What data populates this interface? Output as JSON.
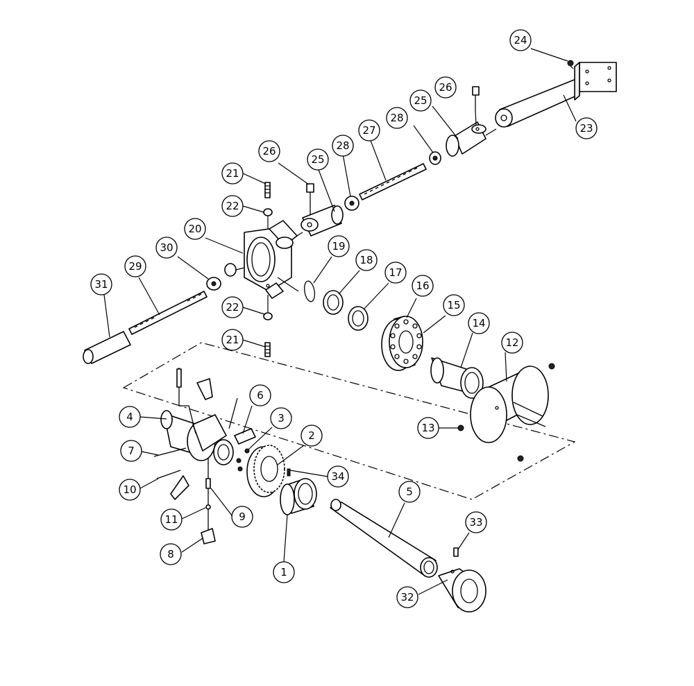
{
  "diagram": {
    "parts": [
      {
        "id": "p1",
        "label": "1"
      },
      {
        "id": "p2",
        "label": "2"
      },
      {
        "id": "p3",
        "label": "3"
      },
      {
        "id": "p4",
        "label": "4"
      },
      {
        "id": "p5",
        "label": "5"
      },
      {
        "id": "p6",
        "label": "6"
      },
      {
        "id": "p7",
        "label": "7"
      },
      {
        "id": "p8",
        "label": "8"
      },
      {
        "id": "p9",
        "label": "9"
      },
      {
        "id": "p10",
        "label": "10"
      },
      {
        "id": "p11",
        "label": "11"
      },
      {
        "id": "p12",
        "label": "12"
      },
      {
        "id": "p13",
        "label": "13"
      },
      {
        "id": "p14",
        "label": "14"
      },
      {
        "id": "p15",
        "label": "15"
      },
      {
        "id": "p16",
        "label": "16"
      },
      {
        "id": "p17",
        "label": "17"
      },
      {
        "id": "p18",
        "label": "18"
      },
      {
        "id": "p19",
        "label": "19"
      },
      {
        "id": "p20",
        "label": "20"
      },
      {
        "id": "p21a",
        "label": "21"
      },
      {
        "id": "p21b",
        "label": "21"
      },
      {
        "id": "p22a",
        "label": "22"
      },
      {
        "id": "p22b",
        "label": "22"
      },
      {
        "id": "p23",
        "label": "23"
      },
      {
        "id": "p24",
        "label": "24"
      },
      {
        "id": "p25a",
        "label": "25"
      },
      {
        "id": "p25b",
        "label": "25"
      },
      {
        "id": "p26a",
        "label": "26"
      },
      {
        "id": "p26b",
        "label": "26"
      },
      {
        "id": "p27",
        "label": "27"
      },
      {
        "id": "p28a",
        "label": "28"
      },
      {
        "id": "p28b",
        "label": "28"
      },
      {
        "id": "p29",
        "label": "29"
      },
      {
        "id": "p30",
        "label": "30"
      },
      {
        "id": "p31",
        "label": "31"
      },
      {
        "id": "p32",
        "label": "32"
      },
      {
        "id": "p33",
        "label": "33"
      },
      {
        "id": "p34",
        "label": "34"
      }
    ]
  }
}
